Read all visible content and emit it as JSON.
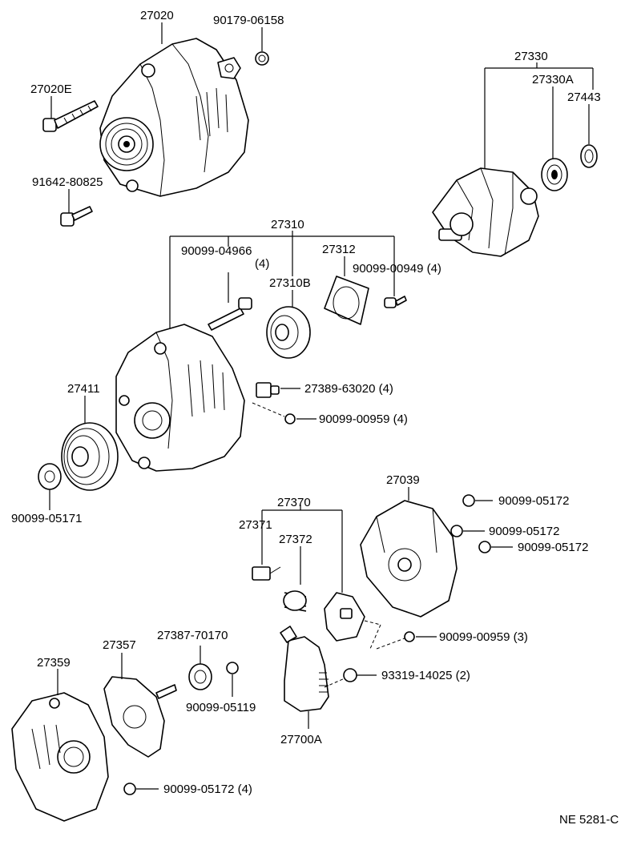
{
  "diagram_code": "NE 5281-C",
  "labels": {
    "p27020": "27020",
    "p90179": "90179-06158",
    "p27020E": "27020E",
    "p91642": "91642-80825",
    "p27330": "27330",
    "p27330A": "27330A",
    "p27443": "27443",
    "p27310": "27310",
    "p90099_04966": "90099-04966",
    "p90099_04966_qty": "(4)",
    "p27312": "27312",
    "p90099_00949": "90099-00949 (4)",
    "p27310B": "27310B",
    "p27411": "27411",
    "p27389": "27389-63020 (4)",
    "p90099_00959a": "90099-00959 (4)",
    "p90099_05171": "90099-05171",
    "p27039": "27039",
    "p90099_05172a": "90099-05172",
    "p90099_05172b": "90099-05172",
    "p90099_05172c": "90099-05172",
    "p27370": "27370",
    "p27371": "27371",
    "p27372": "27372",
    "p90099_00959b": "90099-00959 (3)",
    "p27387": "27387-70170",
    "p27357": "27357",
    "p27359": "27359",
    "p90099_05119": "90099-05119",
    "p93319": "93319-14025 (2)",
    "p27700A": "27700A",
    "p90099_05172d": "90099-05172 (4)"
  }
}
